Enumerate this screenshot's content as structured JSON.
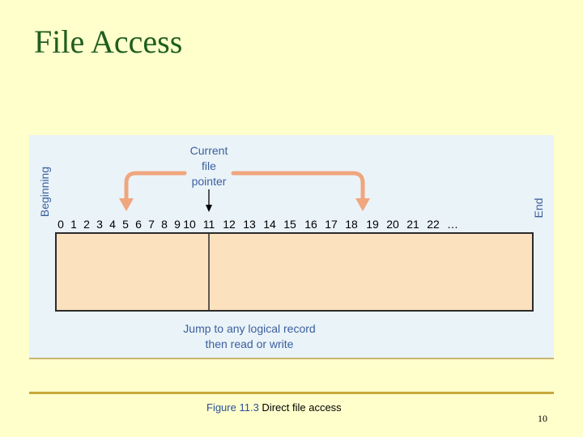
{
  "slide": {
    "title": "File Access",
    "page_number": "10"
  },
  "figure": {
    "label_begin": "Beginning",
    "label_end": "End",
    "pointer_lines": [
      "Current",
      "file",
      "pointer"
    ],
    "positions": [
      "0",
      "1",
      "2",
      "3",
      "4",
      "5",
      "6",
      "7",
      "8",
      "9",
      "10",
      "11",
      "12",
      "13",
      "14",
      "15",
      "16",
      "17",
      "18",
      "19",
      "20",
      "21",
      "22",
      "…"
    ],
    "current_position": "11",
    "jump_left_to": "5",
    "jump_right_to": "18",
    "caption_lines": [
      "Jump to any logical record",
      "then read or write"
    ]
  },
  "caption": {
    "label": "Figure 11.3",
    "text": "Direct file access"
  },
  "colors": {
    "arrow": "#f0a67e",
    "file_fill": "#fbe1bd",
    "text_blue": "#3a5f9e",
    "title_green": "#1f5f1f"
  }
}
